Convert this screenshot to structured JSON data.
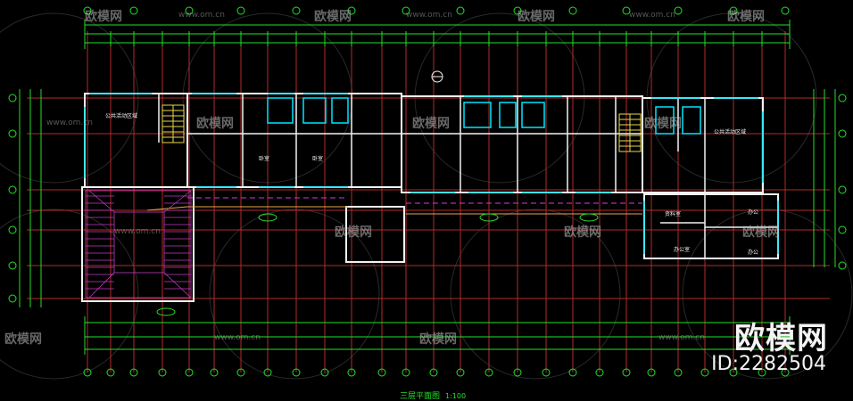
{
  "drawing": {
    "title": "三层平面图",
    "scale": "1:100",
    "room_labels": [
      "公共活动区域",
      "卧室",
      "卧室",
      "公共活动区域",
      "办公",
      "办公",
      "资料室",
      "办公室"
    ],
    "watermark_brand": "欧模网",
    "watermark_url": "www.om.cn",
    "watermark_id": "ID:2282504"
  },
  "colors": {
    "background": "#000000",
    "walls": "#f2f2f2",
    "dimension": "#22e12a",
    "axis": "#d83a3a",
    "cyan": "#00e5ff",
    "yellow": "#e8d84a",
    "magenta": "#d63ad6",
    "orange": "#e8a64a"
  }
}
